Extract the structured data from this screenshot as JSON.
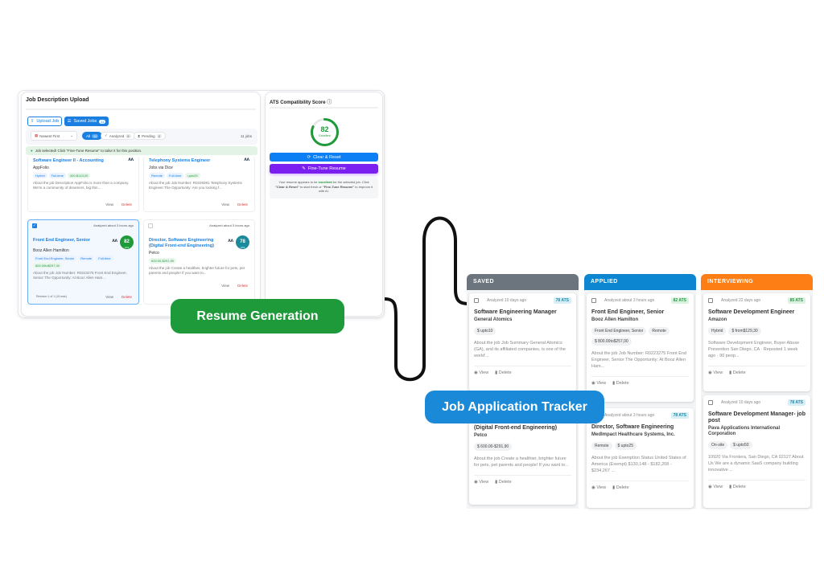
{
  "resume_panel": {
    "title": "Job Description Upload",
    "upload_label": "Upload Job",
    "saved_label": "Saved Jobs",
    "saved_count": "11",
    "sort": "Newest First",
    "filters": [
      {
        "label": "All",
        "count": "11"
      },
      {
        "label": "Analyzed",
        "count": "9"
      },
      {
        "label": "Pending",
        "count": "2"
      }
    ],
    "jobs_count": "11 jobs",
    "banner": "Job selected! Click \"Fine-Tune Resume\" to tailor it for this position.",
    "cards": [
      {
        "title": "Software Engineer II - Accounting",
        "company": "AppFolio",
        "tags": [
          "Hybrid",
          "Full-time"
        ],
        "salary": "400-$143,00",
        "desc": "About the job Description AppFolio is more than a company. We're a community of dreamers, big thin..."
      },
      {
        "title": "Telephony Systems Engineer",
        "company": "Jobs via Dice",
        "tags": [
          "Remote",
          "Full-time"
        ],
        "salary": "upto25",
        "desc": "About the job Job Number: R0226081 Telephony Systems Engineer The Opportunity: Are you looking f..."
      },
      {
        "title": "Front End Engineer, Senior",
        "company": "Booz Allen Hamilton",
        "analyzed": "Analyzed about 3 hours ago",
        "score": "82",
        "tags": [
          "Front End Engineer, Senior",
          "Remote",
          "Full-time"
        ],
        "salary": "800.00to$257,00",
        "desc": "About the job Job Number: R0223275 Front End Engineer, Senior The Opportunity: At Booz Allen Ham...",
        "revision": "Revision 1 of 1 (15 max)"
      },
      {
        "title": "Director, Software Engineering (Digital Front-end Engineering)",
        "company": "Petco",
        "analyzed": "Analyzed about 3 hours ago",
        "score": "78",
        "tags": [],
        "salary": "600.00-$291,90",
        "desc": "About the job Create a healthier, brighter future for pets, pet parents and people! If you want to..."
      }
    ],
    "score_unit": "ATS",
    "view_label": "View",
    "delete_label": "Delete"
  },
  "ats_panel": {
    "title": "ATS Compatibility Score",
    "score": "82",
    "score_percent": 82,
    "rating": "Excellent",
    "clear_label": "Clear & Reset",
    "finetune_label": "Fine-Tune Resume",
    "msg_a": "Your resume appears to be ",
    "msg_b": "excellent",
    "msg_c": " for the selected job. Click ",
    "msg_d": "\"Clear & Reset\"",
    "msg_e": " to start fresh or ",
    "msg_f": "\"Fine-Tune Resume\"",
    "msg_g": " to improve it with AI."
  },
  "badges": {
    "resume": "Resume Generation",
    "tracker": "Job Application Tracker"
  },
  "tracker": {
    "view_label": "View",
    "delete_label": "Delete",
    "columns": [
      {
        "name": "SAVED",
        "color": "#6c757d",
        "cards": [
          {
            "analyzed": "Analyzed 10 days ago",
            "ats": "78 ATS",
            "title": "Software Engineering Manager",
            "company": "General Atomics",
            "tags": [
              "$ upto10"
            ],
            "desc": "About the job Job Summary General Atomics (GA), and its affiliated companies, is one of the world'..."
          },
          {
            "title": "(Digital Front-end Engineering)",
            "company": "Petco",
            "tags": [
              "$ 600.00-$291,90"
            ],
            "desc": "About the job Create a healthier, brighter future for pets, pet parents and people! If you want to..."
          }
        ]
      },
      {
        "name": "APPLIED",
        "color": "#0d86d1",
        "cards": [
          {
            "analyzed": "Analyzed about 3 hours ago",
            "ats": "82 ATS",
            "title": "Front End Engineer, Senior",
            "company": "Booz Allen Hamilton",
            "tags": [
              "Front End Engineer, Senior",
              "Remote",
              "$ 800.00to$257,00"
            ],
            "desc": "About the job Job Number: R0223275 Front End Engineer, Senior The Opportunity: At Booz Allen Ham..."
          },
          {
            "analyzed": "Analyzed about 3 hours ago",
            "ats": "78 ATS",
            "title": "Director, Software Engineering",
            "company": "MedImpact Healthcare Systems, Inc.",
            "tags": [
              "Remote",
              "$ upto25"
            ],
            "desc": "About the job Exemption Status United States of America (Exempt) $130,148 - $182,208 - $234,267 ..."
          }
        ]
      },
      {
        "name": "INTERVIEWING",
        "color": "#fd7e14",
        "cards": [
          {
            "analyzed": "Analyzed 22 days ago",
            "ats": "85 ATS",
            "title": "Software Development Engineer",
            "company": "Amazon",
            "tags": [
              "Hybrid",
              "$ from$129,30"
            ],
            "desc": "Software Development Engineer, Buyer Abuse Prevention San Diego, CA · Reposted 1 week ago · 90 peop..."
          },
          {
            "analyzed": "Analyzed 10 days ago",
            "ats": "78 ATS",
            "title": "Software Development Manager- job post",
            "company": "Pava Applications International Corporation",
            "tags": [
              "On-site",
              "$ upto50"
            ],
            "desc": "10920 Via Frontera, San Diego, CA 92127 About Us We are a dynamic SaaS company building innovative ..."
          }
        ]
      }
    ]
  }
}
